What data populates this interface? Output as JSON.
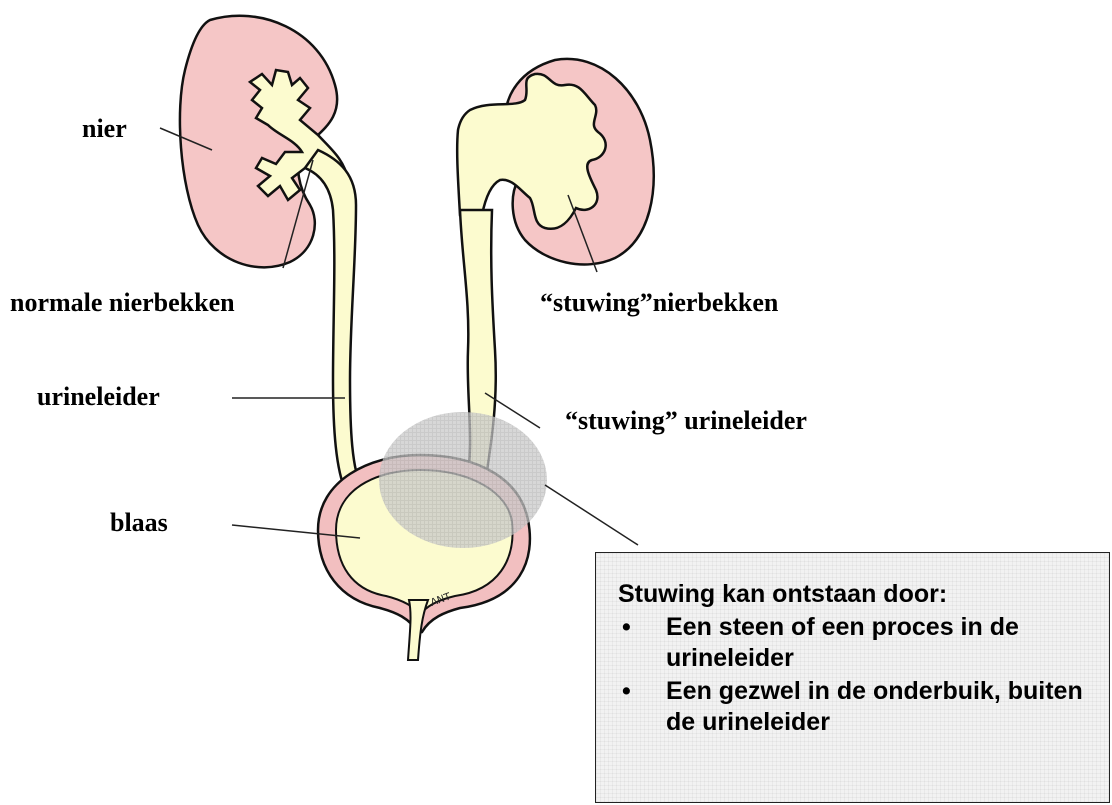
{
  "labels": {
    "nier": "nier",
    "normale_nierbekken": "normale nierbekken",
    "stuwing_nierbekken": "“stuwing”nierbekken",
    "urineleider": "urineleider",
    "stuwing_urineleider": "“stuwing” urineleider",
    "blaas": "blaas"
  },
  "info_box": {
    "title": "Stuwing kan ontstaan door:",
    "items": [
      "Een steen of een proces in de urineleider",
      "Een gezwel in de onderbuik, buiten de urineleider"
    ]
  },
  "illustration": {
    "signature": "ANT"
  },
  "colors": {
    "kidney": "#f5c6c6",
    "pelvis_and_ureter": "#fcfbcf",
    "bladder_wall": "#f2bfc0",
    "highlight_circle": "#c8c8c8"
  }
}
